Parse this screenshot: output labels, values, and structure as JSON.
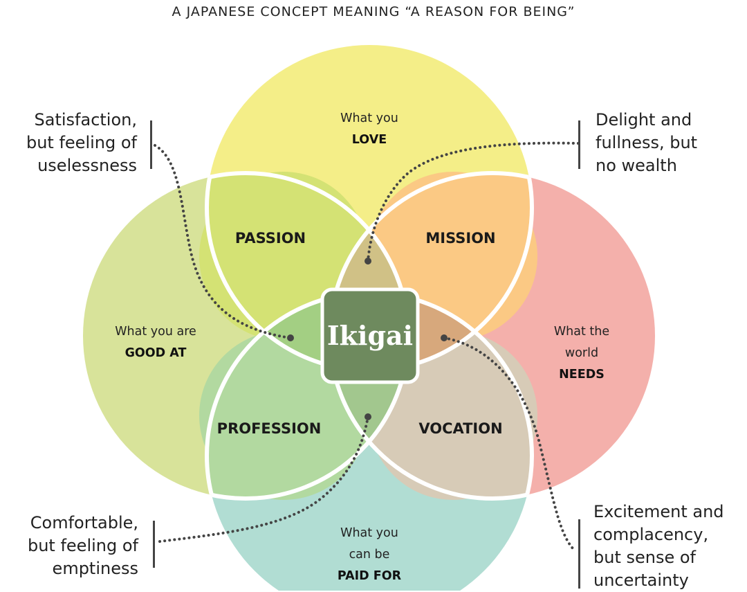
{
  "subtitle": "A JAPANESE CONCEPT MEANING “A REASON FOR BEING”",
  "circles": {
    "love": {
      "line1": "What you",
      "line2": "LOVE",
      "color": "#f4ee88"
    },
    "good": {
      "line1": "What you are",
      "line2": "GOOD AT",
      "color": "#d8e39a"
    },
    "needs": {
      "line1": "What the",
      "line2": "world",
      "line3": "NEEDS",
      "color": "#f4b0ab"
    },
    "paid": {
      "line1": "What you",
      "line2": "can be",
      "line3": "PAID FOR",
      "color": "#b1ddd3"
    }
  },
  "overlaps": {
    "passion": "PASSION",
    "mission": "MISSION",
    "profession": "PROFESSION",
    "vocation": "VOCATION",
    "center": "Ikigai"
  },
  "annotations": {
    "top_left": [
      "Satisfaction,",
      "but feeling of",
      "uselessness"
    ],
    "top_right": [
      "Delight and",
      "fullness, but",
      "no wealth"
    ],
    "bottom_left": [
      "Comfortable,",
      "but feeling of",
      "emptiness"
    ],
    "bottom_right": [
      "Excitement and",
      "complacency,",
      "but sense of",
      "uncertainty"
    ]
  },
  "colors": {
    "passion": "#d4e274",
    "mission": "#fbc984",
    "profession": "#b2d9a0",
    "vocation": "#d7cbb7",
    "top_lens": "#d0c186",
    "left_lens": "#a3cf83",
    "right_lens": "#d7a87c",
    "bottom_lens": "#a2c78e",
    "center": "#6e8a5e",
    "stroke": "#ffffff",
    "dots": "#444444"
  }
}
